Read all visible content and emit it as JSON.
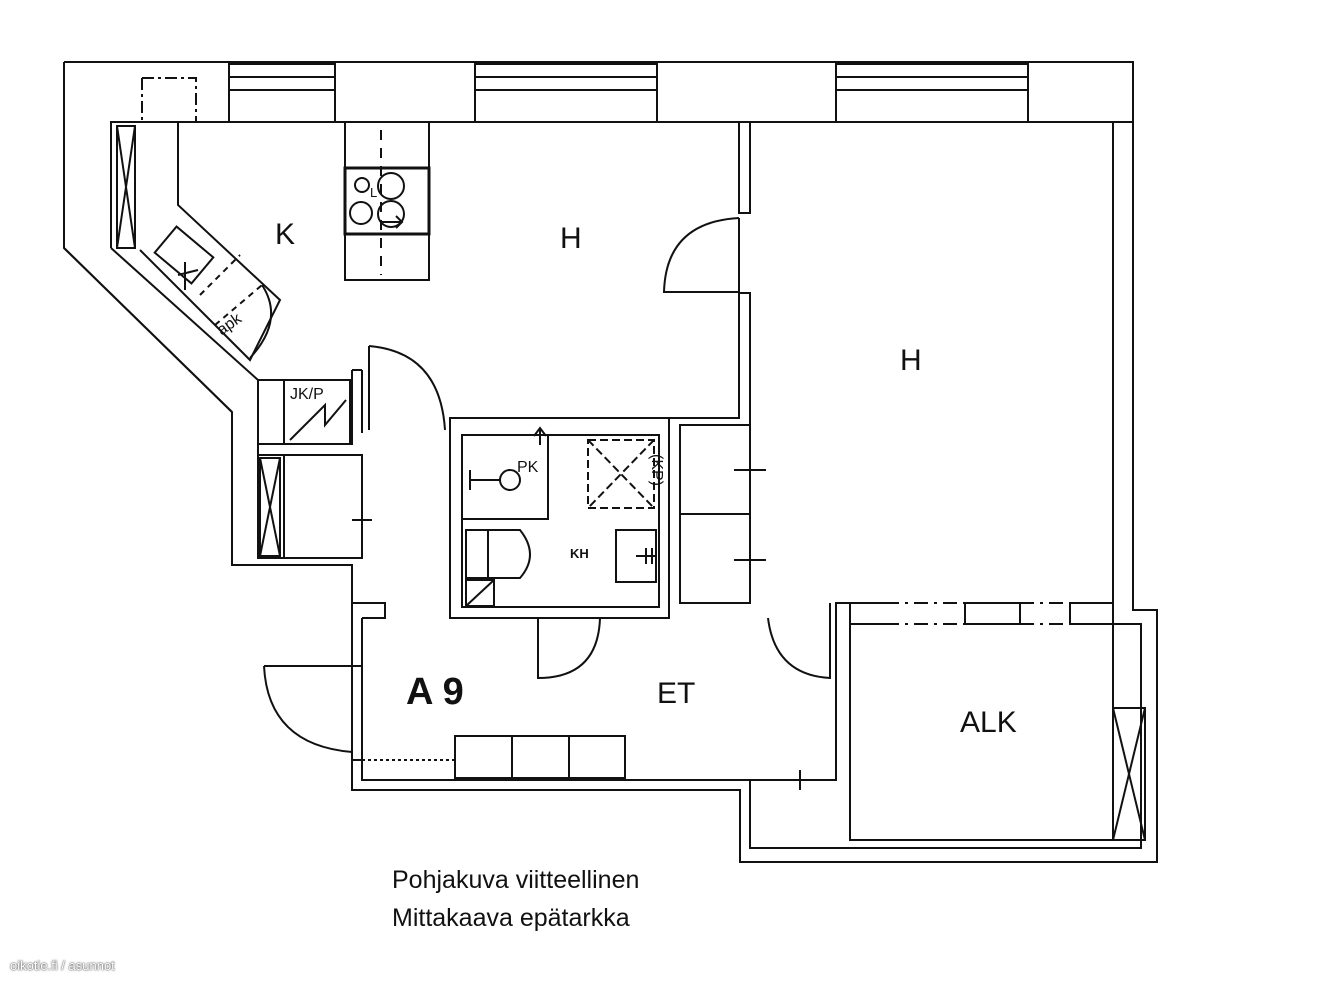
{
  "unit_label": "A 9",
  "rooms": {
    "kitchen": "K",
    "room_1": "H",
    "room_2": "H",
    "hall": "ET",
    "alcove": "ALK",
    "bathroom": "KH"
  },
  "fixture_labels": {
    "dishwasher": "apk",
    "fridge_freezer": "JK/P",
    "washing_machine": "PK",
    "dryer": "(KP)",
    "stove": "L"
  },
  "notes": {
    "line1": "Pohjakuva viitteellinen",
    "line2": "Mittakaava epätarkka"
  },
  "watermark": "oikotie.fi / asunnot",
  "colors": {
    "line": "#111111",
    "background": "#ffffff"
  }
}
